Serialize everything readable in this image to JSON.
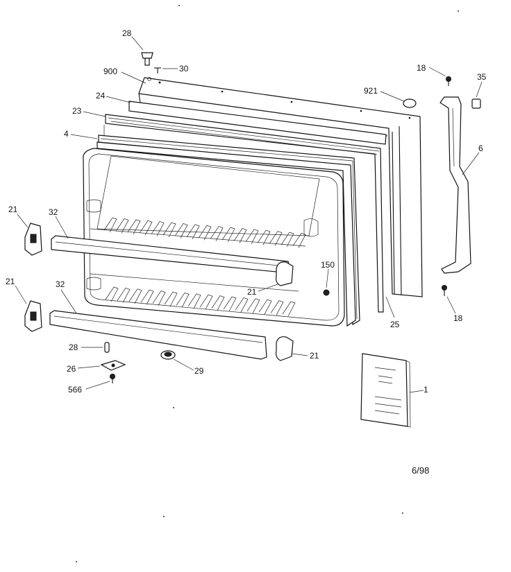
{
  "diagram": {
    "date_code": "6/98",
    "callouts": [
      {
        "id": "c-28-top",
        "text": "28"
      },
      {
        "id": "c-30",
        "text": "30"
      },
      {
        "id": "c-900",
        "text": "900"
      },
      {
        "id": "c-24",
        "text": "24"
      },
      {
        "id": "c-23",
        "text": "23"
      },
      {
        "id": "c-4",
        "text": "4"
      },
      {
        "id": "c-18-top",
        "text": "18"
      },
      {
        "id": "c-35",
        "text": "35"
      },
      {
        "id": "c-921",
        "text": "921"
      },
      {
        "id": "c-6",
        "text": "6"
      },
      {
        "id": "c-21-a",
        "text": "21"
      },
      {
        "id": "c-32-a",
        "text": "32"
      },
      {
        "id": "c-21-b",
        "text": "21"
      },
      {
        "id": "c-32-b",
        "text": "32"
      },
      {
        "id": "c-150",
        "text": "150"
      },
      {
        "id": "c-21-c",
        "text": "21"
      },
      {
        "id": "c-25",
        "text": "25"
      },
      {
        "id": "c-18-bot",
        "text": "18"
      },
      {
        "id": "c-28-bot",
        "text": "28"
      },
      {
        "id": "c-21-d",
        "text": "21"
      },
      {
        "id": "c-26",
        "text": "26"
      },
      {
        "id": "c-29",
        "text": "29"
      },
      {
        "id": "c-566",
        "text": "566"
      },
      {
        "id": "c-1",
        "text": "1"
      }
    ]
  }
}
